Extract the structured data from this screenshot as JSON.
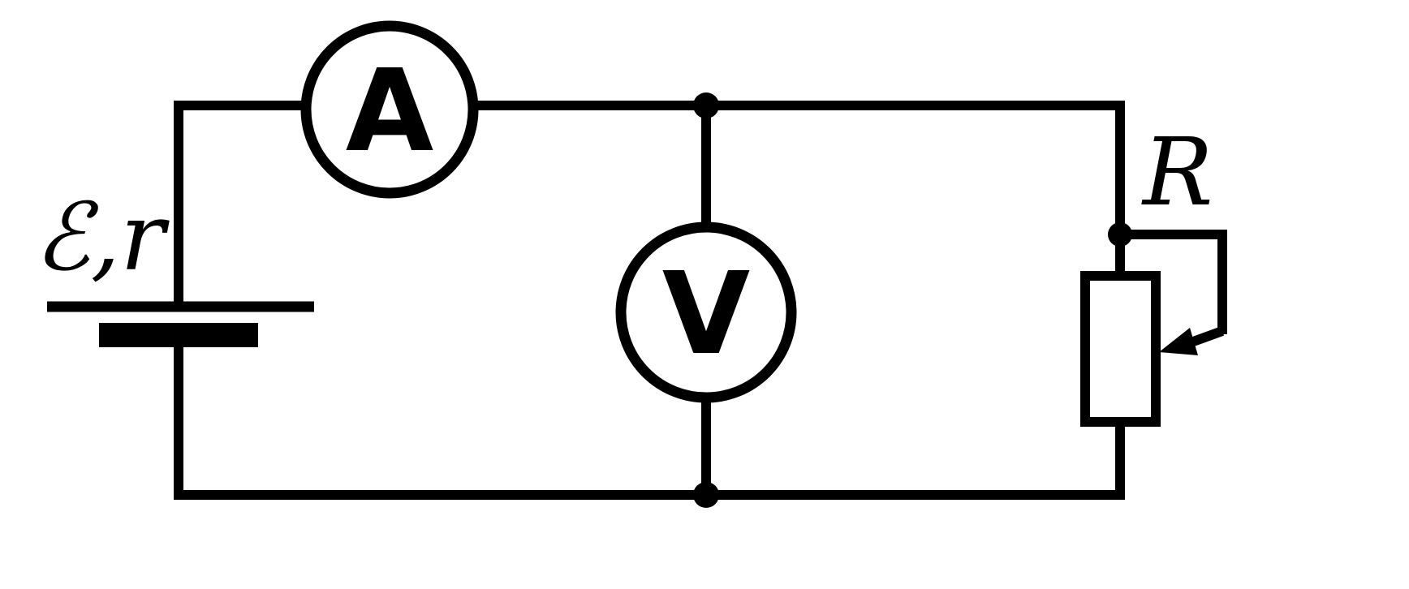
{
  "diagram": {
    "type": "electrical-circuit",
    "background_color": "#ffffff",
    "line_color": "#000000",
    "labels": {
      "battery": "ℰ,r",
      "ammeter": "A",
      "voltmeter": "V",
      "rheostat": "R"
    }
  }
}
